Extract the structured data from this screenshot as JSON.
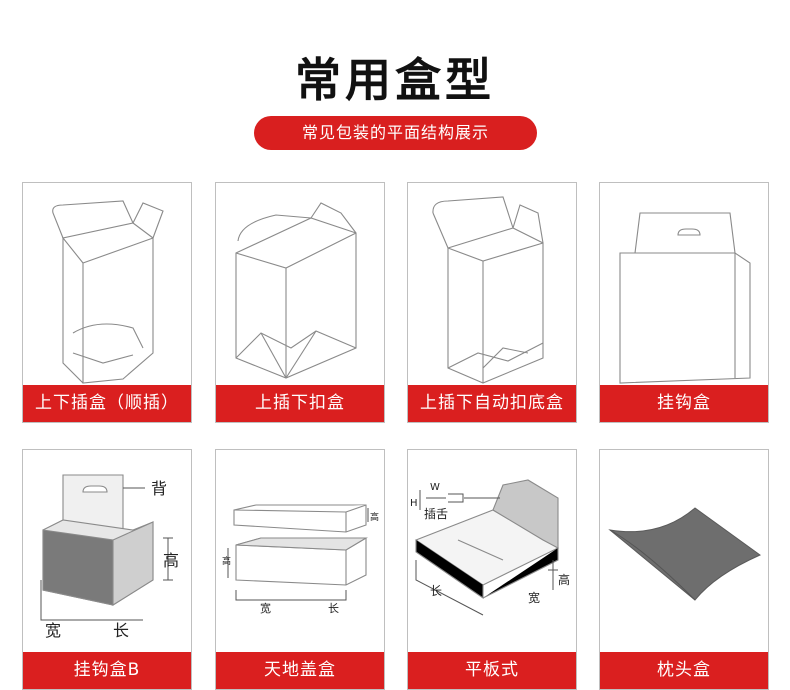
{
  "header": {
    "title": "常用盒型",
    "subtitle": "常见包装的平面结构展示"
  },
  "cards": [
    {
      "label": "上下插盒（顺插）",
      "icon": "tuck-end-box-icon"
    },
    {
      "label": "上插下扣盒",
      "icon": "tuck-top-snap-bottom-box-icon"
    },
    {
      "label": "上插下自动扣底盒",
      "icon": "auto-lock-bottom-box-icon"
    },
    {
      "label": "挂钩盒",
      "icon": "hanger-box-icon"
    },
    {
      "label": "挂钩盒B",
      "icon": "hanger-box-b-icon",
      "annotations": {
        "back": "背",
        "height": "高",
        "width": "宽",
        "length": "长"
      }
    },
    {
      "label": "天地盖盒",
      "icon": "lid-base-box-icon",
      "annotations": {
        "height_top": "高",
        "height_side": "高",
        "width": "宽",
        "length": "长"
      }
    },
    {
      "label": "平板式",
      "icon": "flat-tray-box-icon",
      "annotations": {
        "w": "W",
        "h": "H",
        "tab": "插舌",
        "length": "长",
        "width": "宽",
        "height": "高"
      }
    },
    {
      "label": "枕头盒",
      "icon": "pillow-box-icon"
    }
  ],
  "colors": {
    "accent": "#da1f1f",
    "border": "#bfbfbf"
  }
}
